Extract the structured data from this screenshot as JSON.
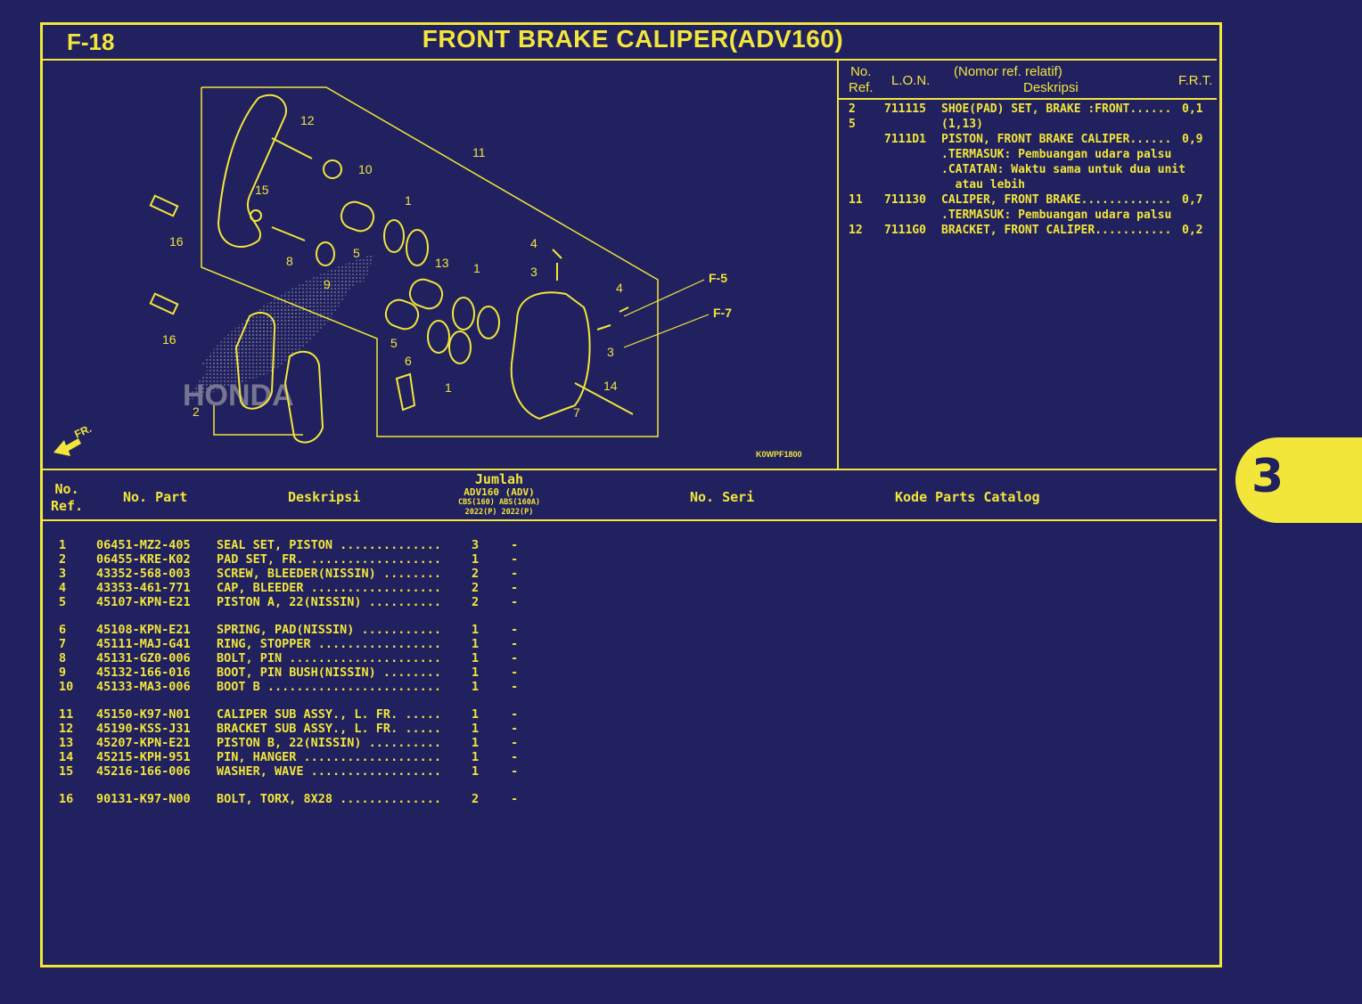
{
  "header": {
    "code": "F-18",
    "title": "FRONT BRAKE CALIPER(ADV160)"
  },
  "side_tab": "3",
  "ref_table": {
    "col_no_ref": [
      "No.",
      "Ref."
    ],
    "col_lon": "L.O.N.",
    "col_desc_top": "(Nomor ref. relatif)",
    "col_desc": "Deskripsi",
    "col_frt": "F.R.T.",
    "rows": [
      {
        "ref": "2",
        "lon": "711115",
        "desc": "SHOE(PAD) SET, BRAKE :FRONT......",
        "frt": "0,1"
      },
      {
        "ref": "5",
        "lon": "",
        "desc": "(1,13)",
        "frt": ""
      },
      {
        "ref": "",
        "lon": "7111D1",
        "desc": "PISTON, FRONT BRAKE CALIPER......",
        "frt": "0,9"
      },
      {
        "ref": "",
        "lon": "",
        "desc": ".TERMASUK: Pembuangan udara palsu",
        "frt": ""
      },
      {
        "ref": "",
        "lon": "",
        "desc": ".CATATAN: Waktu sama untuk dua unit",
        "frt": ""
      },
      {
        "ref": "",
        "lon": "",
        "desc": "  atau lebih",
        "frt": ""
      },
      {
        "ref": "11",
        "lon": "711130",
        "desc": "CALIPER, FRONT BRAKE.............",
        "frt": "0,7"
      },
      {
        "ref": "",
        "lon": "",
        "desc": ".TERMASUK: Pembuangan udara palsu",
        "frt": ""
      },
      {
        "ref": "12",
        "lon": "7111G0",
        "desc": "BRACKET, FRONT CALIPER...........",
        "frt": "0,2"
      }
    ]
  },
  "diagram": {
    "fr_arrow": "FR.",
    "image_code": "K0WPF1800",
    "watermark": "HONDA",
    "refs": [
      "F-5",
      "F-7"
    ],
    "callouts": [
      "12",
      "10",
      "11",
      "15",
      "16",
      "8",
      "9",
      "5",
      "1",
      "13",
      "1",
      "4",
      "3",
      "4",
      "3",
      "16",
      "5",
      "6",
      "1",
      "2",
      "14",
      "7"
    ]
  },
  "parts_table": {
    "col_no_ref": [
      "No.",
      "Ref."
    ],
    "col_part": "No. Part",
    "col_desc": "Deskripsi",
    "col_qty_title": "Jumlah",
    "col_qty_model": "ADV160 (ADV)",
    "col_qty_variants": "CBS(160) ABS(160A)",
    "col_qty_years": "2022(P)  2022(P)",
    "col_serial": "No. Seri",
    "col_catalog": "Kode Parts Catalog",
    "rows": [
      {
        "ref": "1",
        "part": "06451-MZ2-405",
        "desc": "SEAL SET, PISTON ..............",
        "q1": "3",
        "q2": "-"
      },
      {
        "ref": "2",
        "part": "06455-KRE-K02",
        "desc": "PAD SET, FR. ..................",
        "q1": "1",
        "q2": "-"
      },
      {
        "ref": "3",
        "part": "43352-568-003",
        "desc": "SCREW, BLEEDER(NISSIN) ........",
        "q1": "2",
        "q2": "-"
      },
      {
        "ref": "4",
        "part": "43353-461-771",
        "desc": "CAP, BLEEDER ..................",
        "q1": "2",
        "q2": "-"
      },
      {
        "ref": "5",
        "part": "45107-KPN-E21",
        "desc": "PISTON A, 22(NISSIN) ..........",
        "q1": "2",
        "q2": "-"
      },
      {
        "ref": "6",
        "part": "45108-KPN-E21",
        "desc": "SPRING, PAD(NISSIN) ...........",
        "q1": "1",
        "q2": "-"
      },
      {
        "ref": "7",
        "part": "45111-MAJ-G41",
        "desc": "RING, STOPPER .................",
        "q1": "1",
        "q2": "-"
      },
      {
        "ref": "8",
        "part": "45131-GZ0-006",
        "desc": "BOLT, PIN .....................",
        "q1": "1",
        "q2": "-"
      },
      {
        "ref": "9",
        "part": "45132-166-016",
        "desc": "BOOT, PIN BUSH(NISSIN) ........",
        "q1": "1",
        "q2": "-"
      },
      {
        "ref": "10",
        "part": "45133-MA3-006",
        "desc": "BOOT B ........................",
        "q1": "1",
        "q2": "-"
      },
      {
        "ref": "11",
        "part": "45150-K97-N01",
        "desc": "CALIPER SUB ASSY., L. FR. .....",
        "q1": "1",
        "q2": "-"
      },
      {
        "ref": "12",
        "part": "45190-KSS-J31",
        "desc": "BRACKET SUB ASSY., L. FR. .....",
        "q1": "1",
        "q2": "-"
      },
      {
        "ref": "13",
        "part": "45207-KPN-E21",
        "desc": "PISTON B, 22(NISSIN) ..........",
        "q1": "1",
        "q2": "-"
      },
      {
        "ref": "14",
        "part": "45215-KPH-951",
        "desc": "PIN, HANGER ...................",
        "q1": "1",
        "q2": "-"
      },
      {
        "ref": "15",
        "part": "45216-166-006",
        "desc": "WASHER, WAVE ..................",
        "q1": "1",
        "q2": "-"
      },
      {
        "ref": "16",
        "part": "90131-K97-N00",
        "desc": "BOLT, TORX, 8X28 ..............",
        "q1": "2",
        "q2": "-"
      }
    ]
  }
}
